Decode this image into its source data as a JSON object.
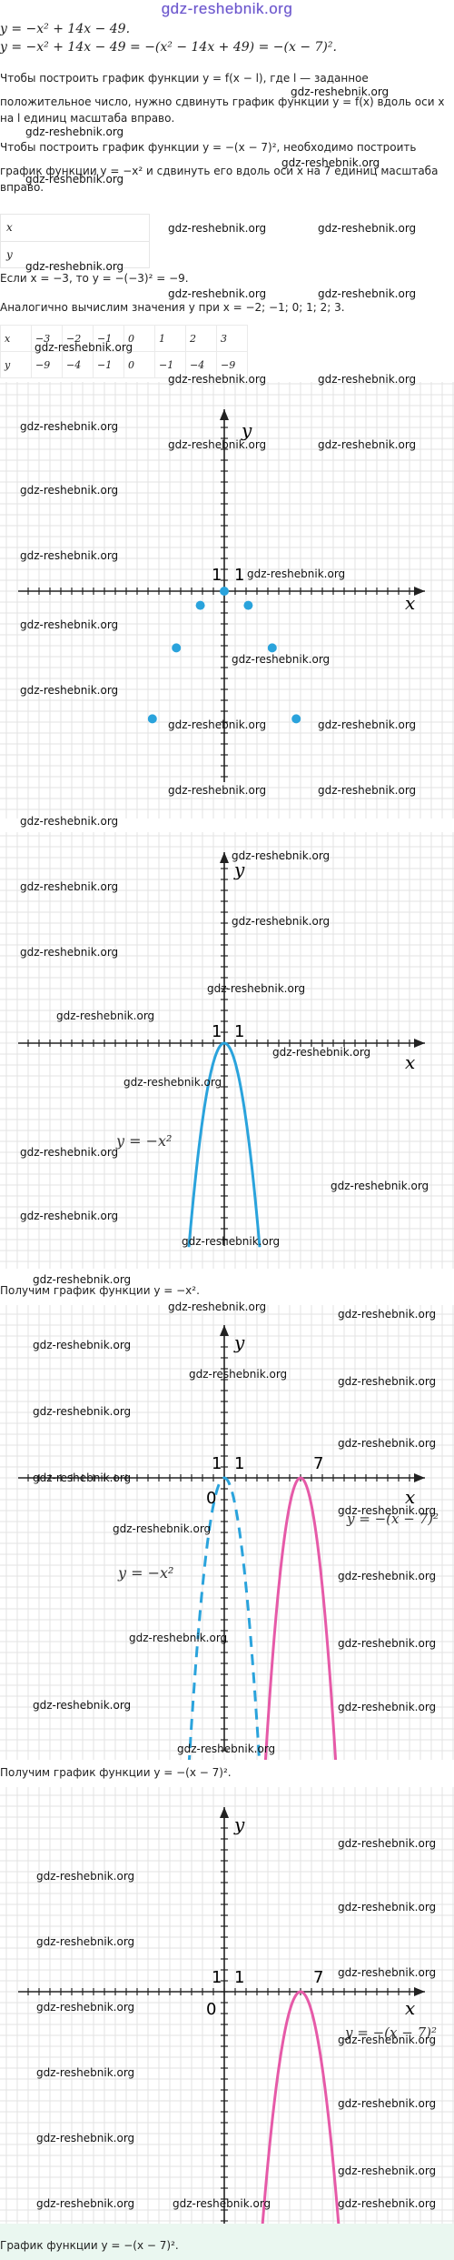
{
  "site_title": "gdz-reshebnik.org",
  "watermark": "gdz-reshebnik.org",
  "text": {
    "eq1": "y = −x² + 14x − 49.",
    "eq2": "y = −x² + 14x − 49 = −(x² − 14x + 49) = −(x − 7)².",
    "p1a": "Чтобы построить график функции y = f(x − l), где l — заданное",
    "p1b": "положительное число, нужно сдвинуть график функции y = f(x) вдоль оси x",
    "p1c": "на l единиц масштаба вправо.",
    "p2a": "Чтобы построить график функции y = −(x − 7)², необходимо построить",
    "p2b": "график функции y = −x² и сдвинуть его вдоль оси x на 7 единиц масштаба",
    "p2c": "вправо.",
    "table1_x": "x",
    "table1_y": "y",
    "p3": "Если x = −3, то y = −(−3)² = −9.",
    "p4": "Аналогично вычислим значения y при x = −2; −1; 0; 1; 2; 3."
  },
  "table2": {
    "x_row": [
      "x",
      "−3",
      "−2",
      "−1",
      "0",
      "1",
      "2",
      "3"
    ],
    "y_row": [
      "y",
      "−9",
      "−4",
      "−1",
      "0",
      "−1",
      "−4",
      "−9"
    ]
  },
  "graph_labels": {
    "x_axis": "x",
    "y_axis": "y",
    "one_x": "1",
    "one_y": "1",
    "zero": "0",
    "seven": "7",
    "label_parab": "y = −x²",
    "label_shift": "y = −(x − 7)²"
  },
  "captions": {
    "c2": "Получим график функции y = −x².",
    "c3": "Получим график функции y = −(x − 7)².",
    "c4": "График функции y = −(x − 7)²."
  },
  "colors": {
    "blue": "#2aa3dc",
    "pink": "#e65aa8",
    "grid": "#e3e3e3",
    "axis": "#222222",
    "site_title": "#6b57c9"
  },
  "points": [
    [
      -3,
      -9
    ],
    [
      -2,
      -4
    ],
    [
      -1,
      -1
    ],
    [
      0,
      0
    ],
    [
      1,
      -1
    ],
    [
      2,
      -4
    ],
    [
      3,
      -9
    ]
  ]
}
